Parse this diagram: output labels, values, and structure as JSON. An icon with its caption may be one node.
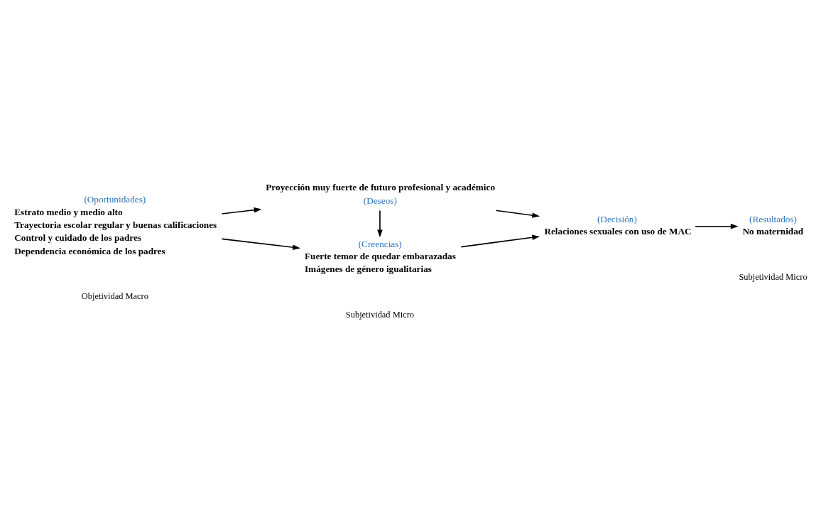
{
  "diagram": {
    "nodes": [
      {
        "text": [
          "(Oportunidades)",
          "Estrato medio y medio alto",
          "Trayectoria escolar regular y buenas calificaciones",
          "Control y cuidado de los padres",
          "Dependencia económica de los padres"
        ]
      },
      {
        "text": [
          "Proyección muy fuerte de futuro profesional y académico",
          "(Deseos)"
        ]
      },
      {
        "text": [
          "(Creencias)",
          "Fuerte temor de quedar embarazadas",
          "Imágenes de género igualitarias"
        ]
      },
      {
        "text": [
          "(Decisión)",
          "Relaciones sexuales con uso de MAC"
        ]
      },
      {
        "text": [
          "(Resultados)",
          "No maternidad"
        ]
      }
    ],
    "edges": [
      {
        "from": 0,
        "to": 1,
        "arrow": "to"
      },
      {
        "from": 0,
        "to": 2,
        "arrow": "to"
      },
      {
        "from": 1,
        "to": 2,
        "arrow": "to"
      },
      {
        "from": 1,
        "to": 3,
        "arrow": "to"
      },
      {
        "from": 2,
        "to": 3,
        "arrow": "to"
      },
      {
        "from": 3,
        "to": 4,
        "arrow": "to"
      }
    ],
    "labels": [
      "Objetividad Macro",
      "Subjetividad Micro",
      "Subjetividad Micro"
    ]
  }
}
